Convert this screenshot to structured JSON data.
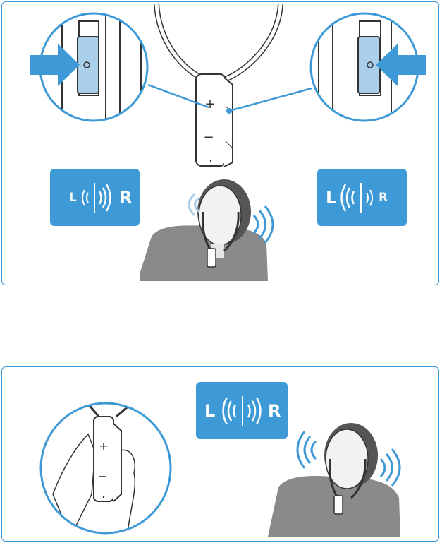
{
  "colors": {
    "accent": "#3d9ad6",
    "accent_light": "#a9cfeb",
    "device_outline": "#333333",
    "shirt": "#8a8a8a",
    "hair": "#555555"
  },
  "top_panel": {
    "balance_left": {
      "left_letter": "L",
      "right_letter": "R",
      "emphasis": "right"
    },
    "balance_right": {
      "left_letter": "L",
      "right_letter": "R",
      "emphasis": "left"
    },
    "device_plus": "+",
    "device_minus": "−"
  },
  "bottom_panel": {
    "balance_center": {
      "left_letter": "L",
      "right_letter": "R",
      "emphasis": "both"
    },
    "device_plus": "+",
    "device_minus": "−"
  }
}
